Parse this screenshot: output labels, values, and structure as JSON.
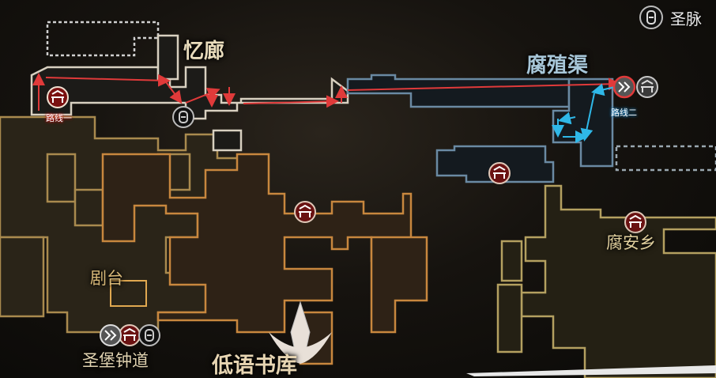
{
  "legend": {
    "label": "圣脉",
    "icon": "vein-icon"
  },
  "areas": {
    "yilang": "忆廊",
    "fuzhiqu": "腐殖渠",
    "juchang": "剧台",
    "fuanxiang": "腐安乡",
    "shengbao": "圣堡钟道",
    "diyu": "低语书库"
  },
  "routes": {
    "route1": {
      "label": "路线一",
      "color": "#e03a3a"
    },
    "route2": {
      "label": "路线二",
      "color": "#2fb8e8"
    }
  },
  "colors": {
    "gold_region": "#a98a4e",
    "orange_region": "#c8873e",
    "blue_region": "#6a8aa3",
    "bench_marker": "#8a1616"
  },
  "icons": [
    "bench-icon",
    "vein-icon",
    "fast-travel-icon",
    "compass-icon"
  ]
}
